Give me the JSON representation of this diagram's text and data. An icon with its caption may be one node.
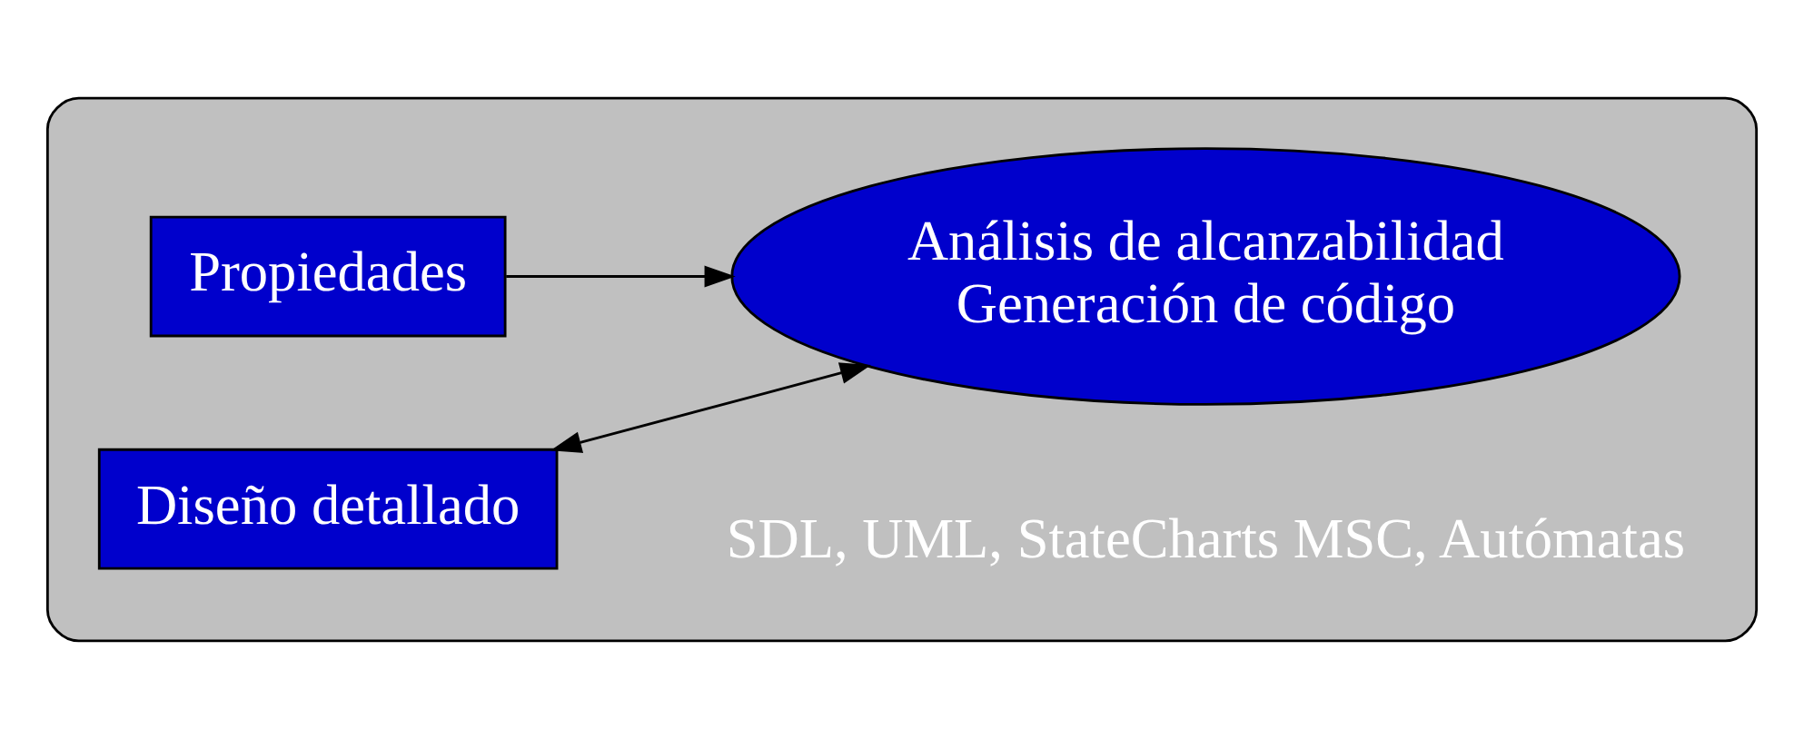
{
  "diagram": {
    "nodes": [
      {
        "text": [],
        "shape": "box"
      },
      {
        "text": [
          "Propiedades"
        ],
        "in": 0
      },
      {
        "text": [
          "Diseño detallado"
        ],
        "in": 0
      },
      {
        "text": [
          "Análisis de alcanzabilidad",
          "Generación de código"
        ],
        "in": 0
      }
    ],
    "edges": [
      {
        "from": 1,
        "to": 3,
        "arrow": "to"
      },
      {
        "from": 2,
        "to": 3,
        "arrow": "both"
      }
    ],
    "labels": [
      "SDL, UML, StateCharts MSC, Autómatas"
    ]
  }
}
